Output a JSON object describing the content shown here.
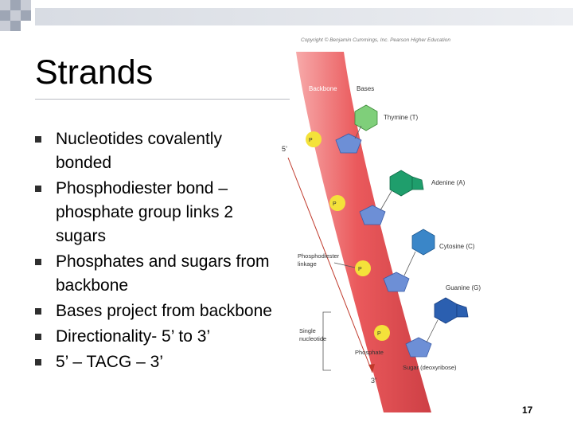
{
  "slide": {
    "title": "Strands",
    "bullets": [
      "Nucleotides covalently bonded",
      "Phosphodiester bond – phosphate group links 2 sugars",
      "Phosphates and sugars from backbone",
      "Bases project from backbone",
      "Directionality- 5’ to 3’",
      "5’ – TACG – 3’"
    ],
    "slide_number": "17"
  },
  "figure": {
    "caption_top": "Copyright © Benjamin Cummings, Inc. Pearson Higher Education",
    "backbone_label": "Backbone",
    "bases_label": "Bases",
    "end_5": "5’",
    "end_3": "3’",
    "phosphodiester_label": [
      "Phosphodiester",
      "linkage"
    ],
    "single_nucleotide_label": [
      "Single",
      "nucleotide"
    ],
    "phosphate_label": "Phosphate",
    "sugar_label": "Sugar (deoxyribose)",
    "bases": [
      {
        "name": "Thymine (T)",
        "color": "#7fcf7a"
      },
      {
        "name": "Adenine (A)",
        "color": "#1f9e6c"
      },
      {
        "name": "Cytosine (C)",
        "color": "#3a86c8"
      },
      {
        "name": "Guanine (G)",
        "color": "#2b5fb0"
      }
    ],
    "colors": {
      "backbone": "#e8474a",
      "phosphate": "#f4e23a",
      "sugar": "#6d8fd6"
    }
  }
}
